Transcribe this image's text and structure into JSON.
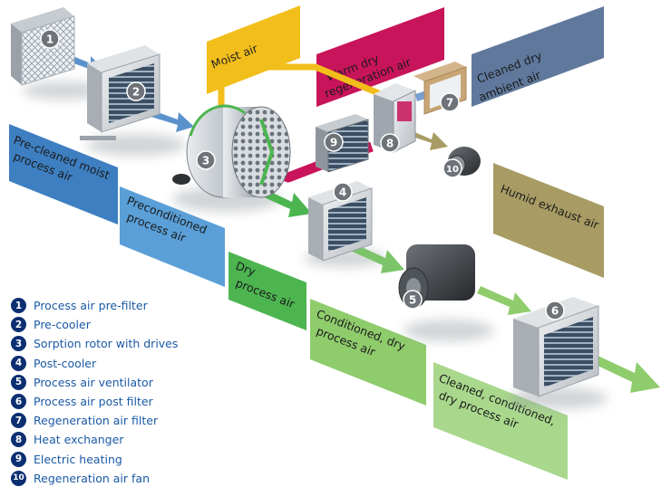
{
  "labels": {
    "moist_air": "Moist air",
    "warm_dry_regen_line1": "Warm dry",
    "warm_dry_regen_line2": "regeneration air",
    "cleaned_dry_ambient_line1": "Cleaned dry",
    "cleaned_dry_ambient_line2": "ambient air",
    "pre_cleaned_line1": "Pre-cleaned moist",
    "pre_cleaned_line2": "process air",
    "preconditioned_line1": "Preconditioned",
    "preconditioned_line2": "process air",
    "humid_exhaust": "Humid exhaust air",
    "dry_process_line1": "Dry",
    "dry_process_line2": "process air",
    "conditioned_dry_line1": "Conditioned, dry",
    "conditioned_dry_line2": "process air",
    "cleaned_conditioned_line1": "Cleaned, conditioned,",
    "cleaned_conditioned_line2": "dry process air"
  },
  "badges": [
    "1",
    "2",
    "3",
    "4",
    "5",
    "6",
    "7",
    "8",
    "9",
    "10"
  ],
  "legend": [
    {
      "num": "1",
      "label": "Process air pre-filter"
    },
    {
      "num": "2",
      "label": "Pre-cooler"
    },
    {
      "num": "3",
      "label": "Sorption rotor with drives"
    },
    {
      "num": "4",
      "label": "Post-cooler"
    },
    {
      "num": "5",
      "label": "Process air ventilator"
    },
    {
      "num": "6",
      "label": "Process air post filter"
    },
    {
      "num": "7",
      "label": "Regeneration air filter"
    },
    {
      "num": "8",
      "label": "Heat exchanger"
    },
    {
      "num": "9",
      "label": "Electric heating"
    },
    {
      "num": "10",
      "label": "Regeneration air fan"
    }
  ],
  "colors": {
    "moist_air": "#f2be1b",
    "warm_dry_regen": "#c8145a",
    "ambient": "#60789c",
    "pre_cleaned": "#3d7fc1",
    "preconditioned": "#5a9fd8",
    "humid_exhaust": "#a89c64",
    "dry_process": "#4cb550",
    "conditioned": "#8fcc6c",
    "cleaned_conditioned": "#a9d88c",
    "legend_text": "#1a5aa5",
    "legend_badge": "#0c2f72"
  }
}
